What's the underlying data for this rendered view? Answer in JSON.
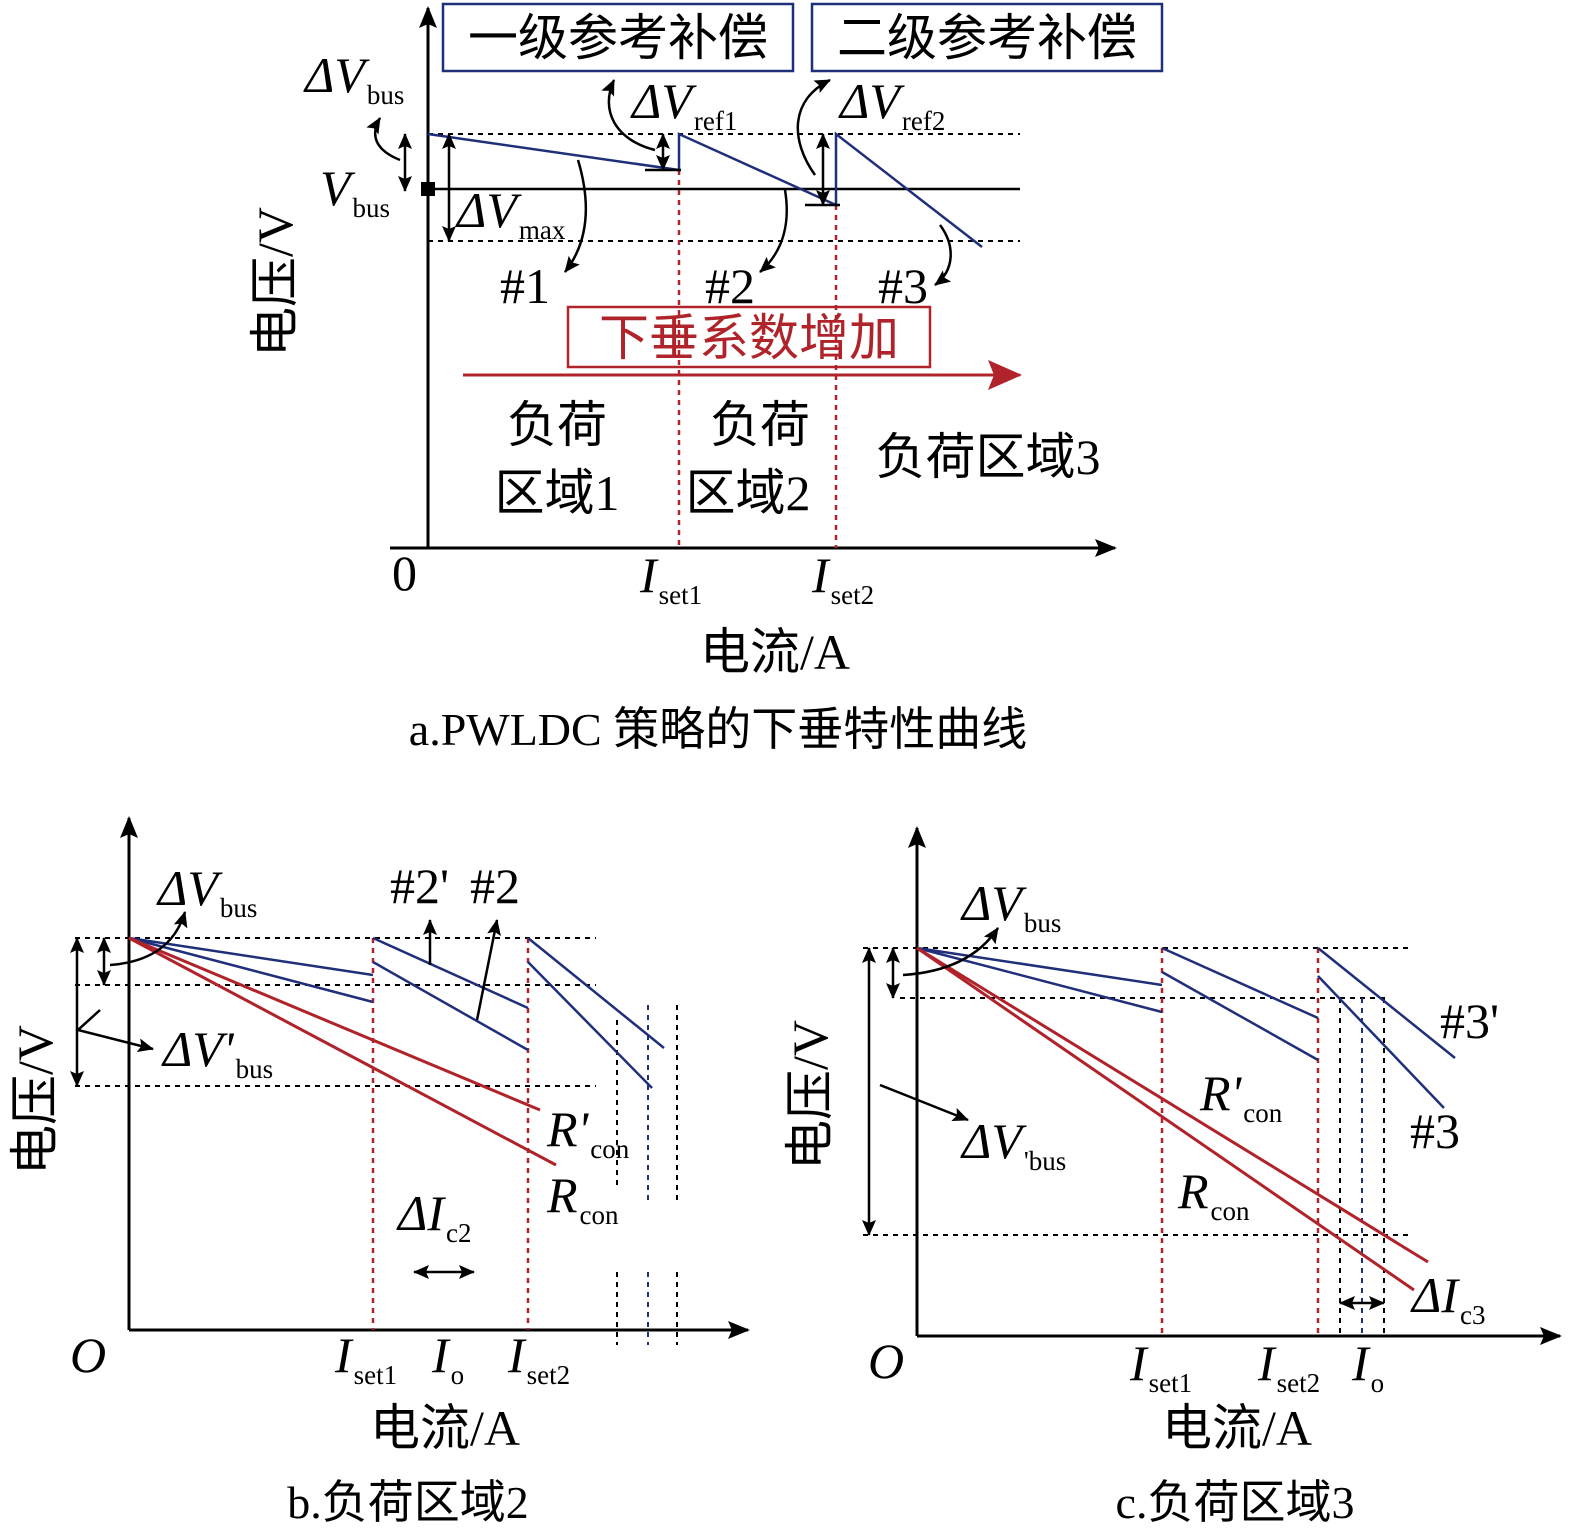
{
  "colors": {
    "blue": "#1f2f7a",
    "red": "#b0232a",
    "black": "#000000"
  },
  "panel_a": {
    "caption": "a.PWLDC 策略的下垂特性曲线",
    "box1": "一级参考补偿",
    "box2": "二级参考补偿",
    "red_box": "下垂系数增加",
    "y_label": "电压/V",
    "x_label": "电流/A",
    "origin": "0",
    "dvbus_main": "ΔV",
    "dvbus_sub": "bus",
    "vbus_main": "V",
    "vbus_sub": "bus",
    "dvref1_main": "ΔV",
    "dvref1_sub": "ref1",
    "dvref2_main": "ΔV",
    "dvref2_sub": "ref2",
    "dvmax_main": "ΔV",
    "dvmax_sub": "max",
    "curve1": "#1",
    "curve2": "#2",
    "curve3": "#3",
    "region1_l1": "负荷",
    "region1_l2": "区域1",
    "region2_l1": "负荷",
    "region2_l2": "区域2",
    "region3": "负荷区域3",
    "iset1_main": "I",
    "iset1_sub": "set1",
    "iset2_main": "I",
    "iset2_sub": "set2"
  },
  "panel_b": {
    "caption": "b.负荷区域2",
    "y_label": "电压/V",
    "x_label": "电流/A",
    "origin": "O",
    "dvbus_main": "ΔV",
    "dvbus_sub": "bus",
    "dvbusp_main": "ΔV'",
    "dvbusp_sub": "bus",
    "c2p": "#2'",
    "c2": "#2",
    "rconp_main": "R'",
    "rconp_sub": "con",
    "rcon_main": "R",
    "rcon_sub": "con",
    "dic_main": "ΔI",
    "dic_sub": "c2",
    "iset1_main": "I",
    "iset1_sub": "set1",
    "io_main": "I",
    "io_sub": "o",
    "iset2_main": "I",
    "iset2_sub": "set2"
  },
  "panel_c": {
    "caption": "c.负荷区域3",
    "y_label": "电压/V",
    "x_label": "电流/A",
    "origin": "O",
    "dvbus_main": "ΔV",
    "dvbus_sub": "bus",
    "dvbusp_main": "ΔV",
    "dvbusp_sub": "'bus",
    "c3p": "#3'",
    "c3": "#3",
    "rconp_main": "R'",
    "rconp_sub": "con",
    "rcon_main": "R",
    "rcon_sub": "con",
    "dic_main": "ΔI",
    "dic_sub": "c3",
    "iset1_main": "I",
    "iset1_sub": "set1",
    "iset2_main": "I",
    "iset2_sub": "set2",
    "io_main": "I",
    "io_sub": "o"
  }
}
